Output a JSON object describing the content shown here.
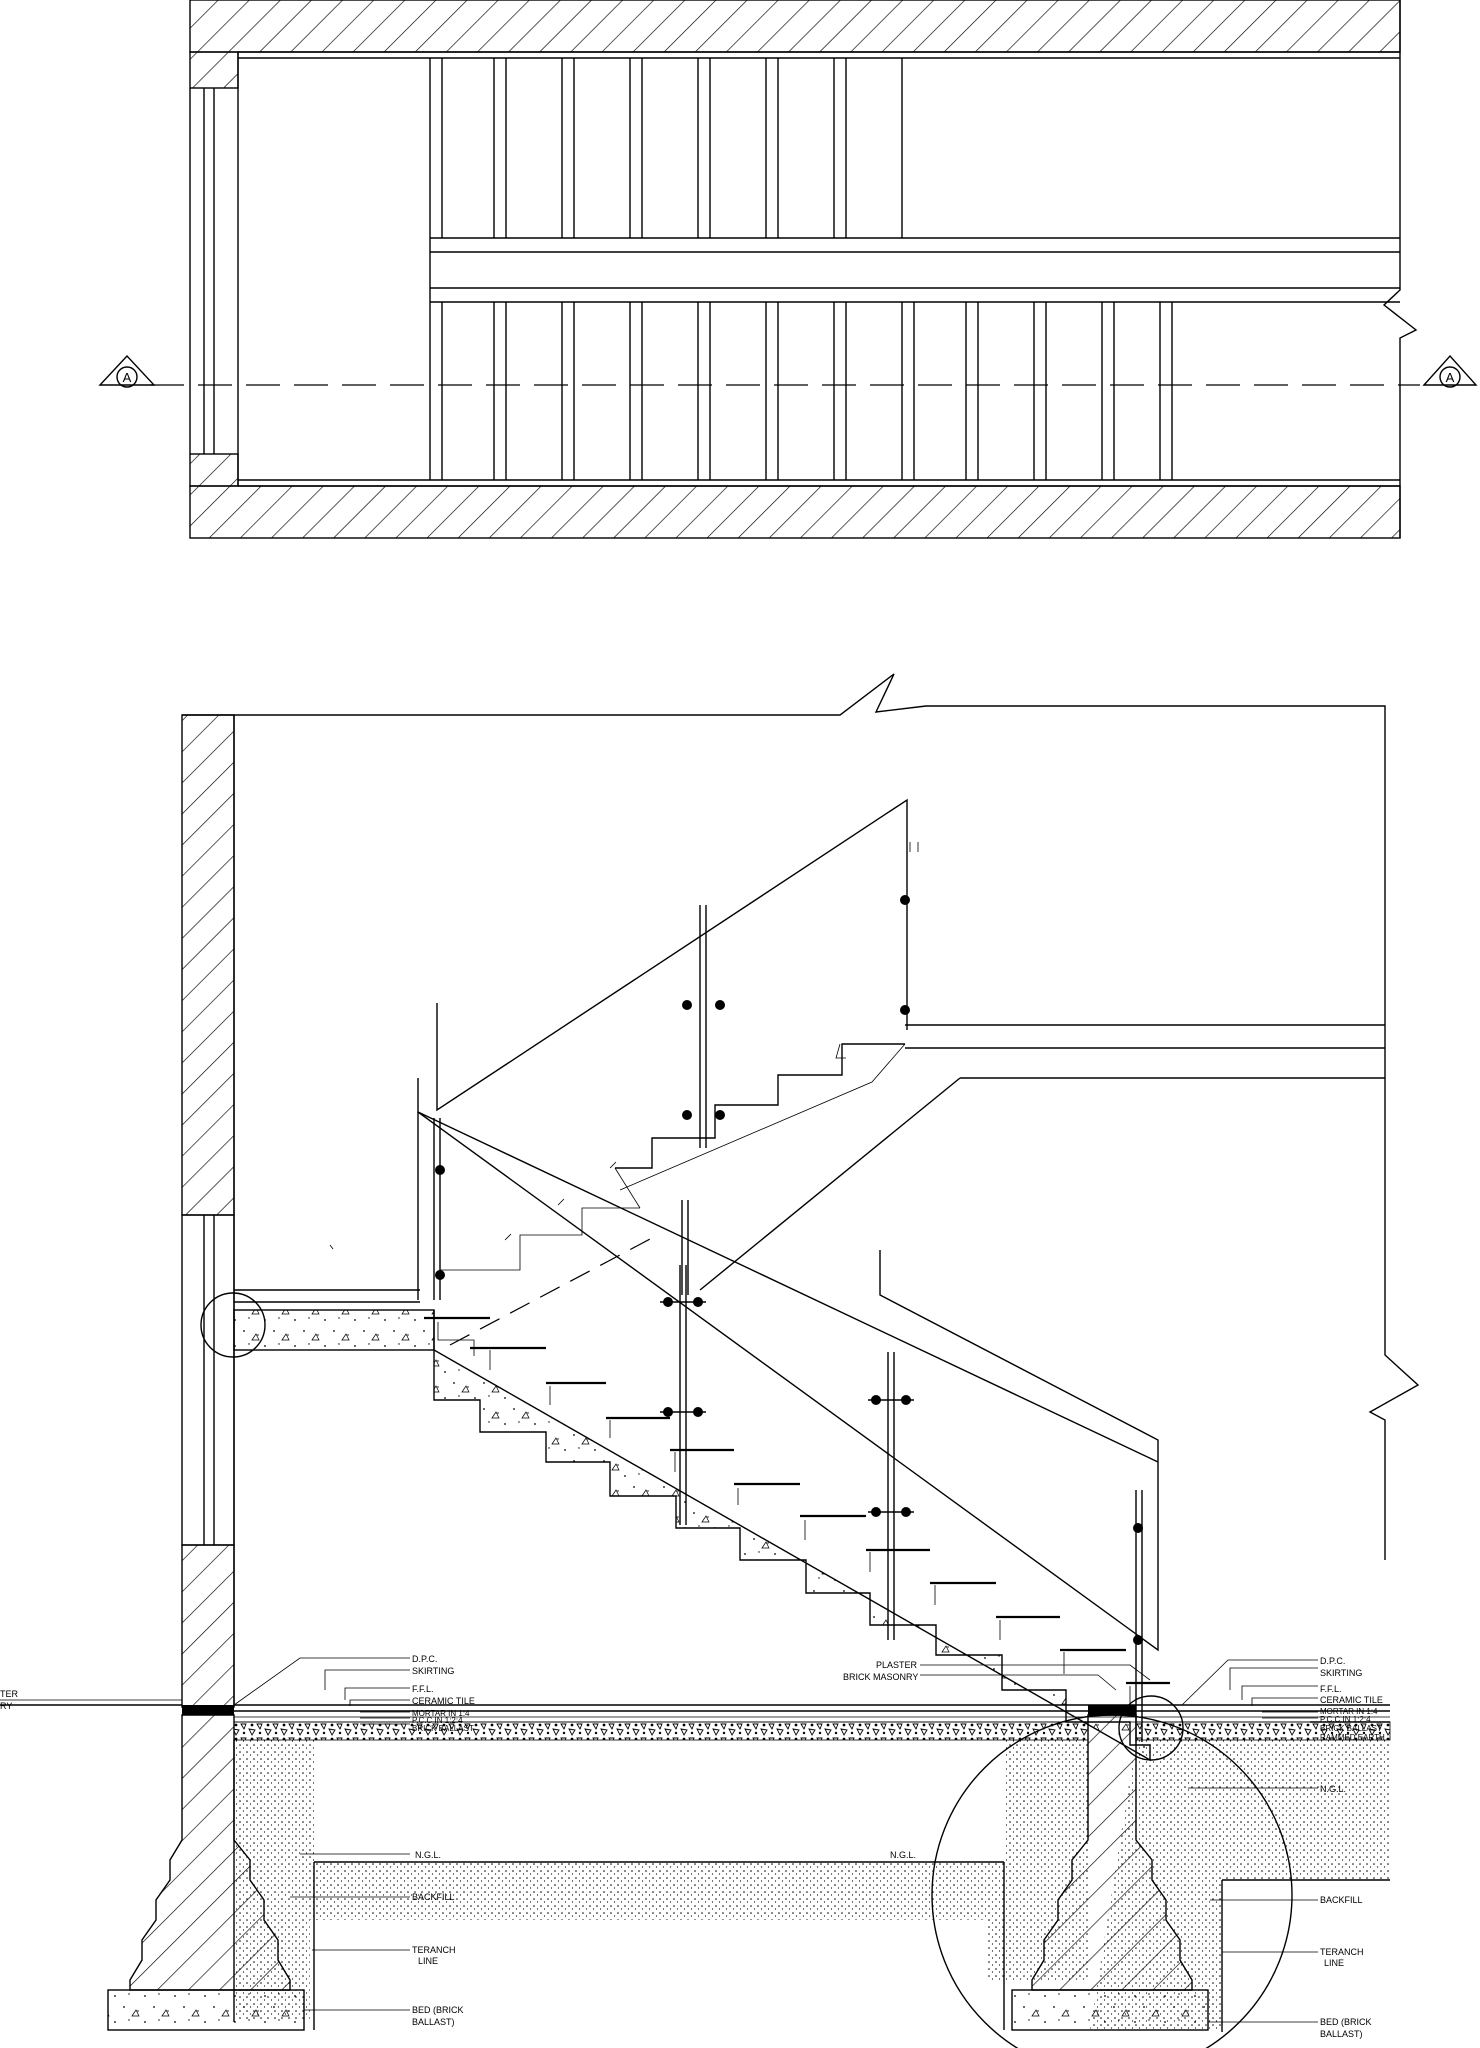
{
  "plan": {
    "section_marker_left": "A",
    "section_marker_right": "A"
  },
  "section": {
    "labels_left": {
      "dpc": "D.P.C.",
      "skirting": "SKIRTING",
      "ffl": "F.F.L.",
      "ceramic_tile": "CERAMIC TILE",
      "mortar": "MORTAR IN 1:4",
      "pcc": "P.C.C IN 1:2:4",
      "brick_ballast": "BRICK BALLAST",
      "ngl": "N.G.L.",
      "backfill": "BACKFILL",
      "trench_1": "TERANCH",
      "trench_2": "LINE",
      "bed_1": "BED (BRICK",
      "bed_2": "BALLAST)",
      "cut_1": "TER",
      "cut_2": "RY"
    },
    "labels_middle": {
      "plaster": "PLASTER",
      "brick_masonry": "BRICK MASONRY",
      "ngl": "N.G.L."
    },
    "labels_right": {
      "dpc": "D.P.C.",
      "skirting": "SKIRTING",
      "ffl": "F.F.L.",
      "ceramic_tile": "CERAMIC TILE",
      "mortar": "MORTAR IN 1:4",
      "pcc": "P.C.C IN 1:2:4",
      "brick_ballast": "BRICK BALLAST",
      "rammed_earth": "RAMMED EARTH",
      "ngl": "N.G.L.",
      "backfill": "BACKFILL",
      "trench_1": "TERANCH",
      "trench_2": "LINE",
      "bed_1": "BED (BRICK",
      "bed_2": "BALLAST)"
    }
  }
}
